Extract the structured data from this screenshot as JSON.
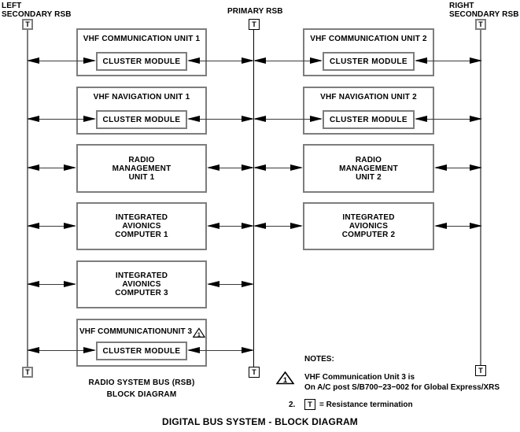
{
  "title": "DIGITAL BUS SYSTEM - BLOCK DIAGRAM",
  "caption": {
    "line1": "RADIO SYSTEM BUS (RSB)",
    "line2": "BLOCK DIAGRAM"
  },
  "buses": {
    "left": {
      "label1": "LEFT",
      "label2": "SECONDARY RSB",
      "term": "T"
    },
    "primary": {
      "label1": "PRIMARY RSB",
      "term": "T"
    },
    "right": {
      "label1": "RIGHT",
      "label2": "SECONDARY RSB",
      "term": "T"
    }
  },
  "units": {
    "vhf_comm_1": {
      "title": "VHF COMMUNICATION UNIT 1",
      "module": "CLUSTER MODULE"
    },
    "vhf_comm_2": {
      "title": "VHF COMMUNICATION UNIT 2",
      "module": "CLUSTER MODULE"
    },
    "vhf_nav_1": {
      "title": "VHF NAVIGATION UNIT 1",
      "module": "CLUSTER MODULE"
    },
    "vhf_nav_2": {
      "title": "VHF NAVIGATION UNIT 2",
      "module": "CLUSTER MODULE"
    },
    "rmu_1": {
      "line1": "RADIO",
      "line2": "MANAGEMENT",
      "line3": "UNIT 1"
    },
    "rmu_2": {
      "line1": "RADIO",
      "line2": "MANAGEMENT",
      "line3": "UNIT 2"
    },
    "iac_1": {
      "line1": "INTEGRATED",
      "line2": "AVIONICS",
      "line3": "COMPUTER 1"
    },
    "iac_2": {
      "line1": "INTEGRATED",
      "line2": "AVIONICS",
      "line3": "COMPUTER 2"
    },
    "iac_3": {
      "line1": "INTEGRATED",
      "line2": "AVIONICS",
      "line3": "COMPUTER 3"
    },
    "vhf_comm_3": {
      "title": "VHF COMMUNICATIONUNIT 3",
      "flag": "1",
      "module": "CLUSTER MODULE"
    }
  },
  "notes": {
    "heading": "NOTES:",
    "note1_flag": "1",
    "note1_line1": "VHF Communication Unit 3 is",
    "note1_line2": "On A/C post S/B700−23−002 for Global Express/XRS",
    "note2_number": "2.",
    "note2_symbol": "T",
    "note2_text": "= Resistance termination"
  },
  "colors": {
    "bus_gray": "#7d7d7d",
    "line_black": "#000000",
    "background": "#ffffff"
  }
}
